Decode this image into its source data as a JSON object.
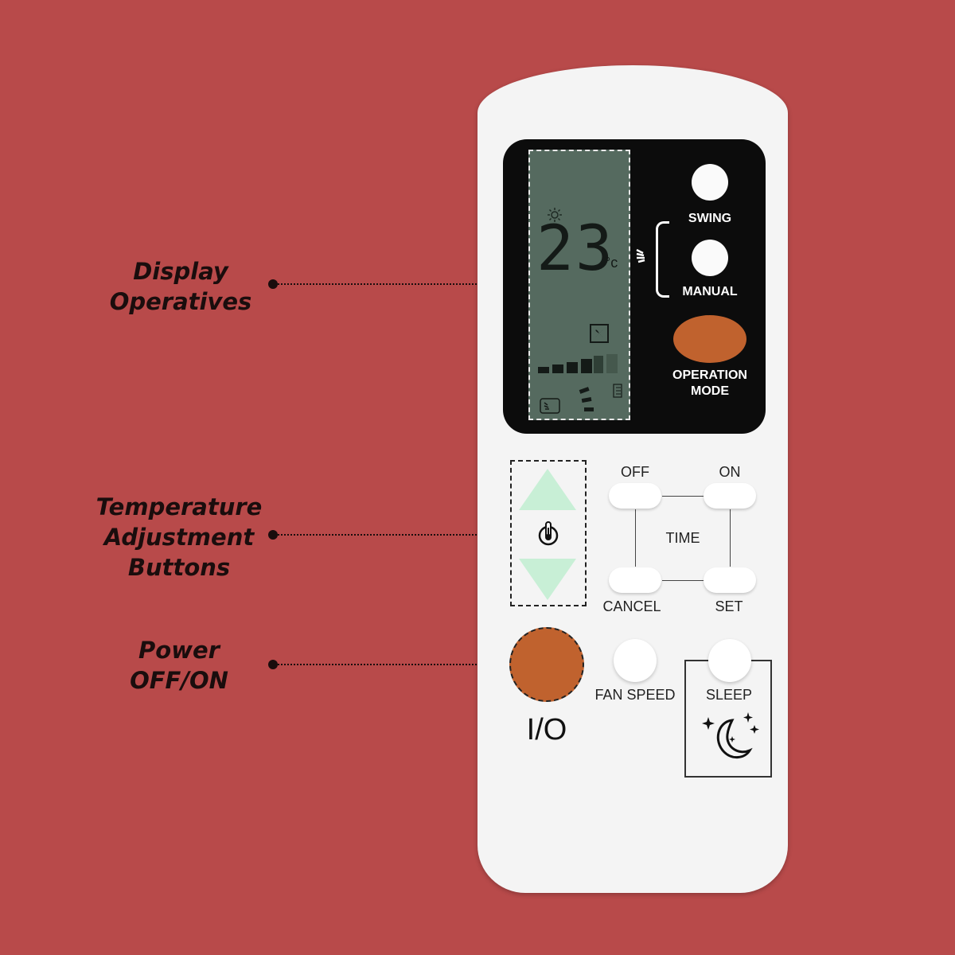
{
  "callouts": {
    "display": [
      "Display",
      "Operatives"
    ],
    "temperature": [
      "Temperature",
      "Adjustment",
      "Buttons"
    ],
    "power": [
      "Power",
      "OFF/ON"
    ]
  },
  "lcd": {
    "temperature": "23",
    "unit": "°c"
  },
  "buttons": {
    "swing": "SWING",
    "manual": "MANUAL",
    "operation_mode": [
      "OPERATION",
      "MODE"
    ],
    "timer_off": "OFF",
    "timer_on": "ON",
    "time": "TIME",
    "cancel": "CANCEL",
    "set": "SET",
    "power": "I/O",
    "fan_speed": "FAN SPEED",
    "sleep": "SLEEP"
  },
  "icons": {
    "sun": "sun-icon",
    "fan": "fan-icon",
    "swing": "swing-icon",
    "thermometer": "thermometer-icon",
    "moon": "moon-stars-icon"
  },
  "colors": {
    "background": "#b84a4a",
    "accent": "#c0622e",
    "lcd": "#556a5f",
    "arrow": "#c8efd6"
  }
}
